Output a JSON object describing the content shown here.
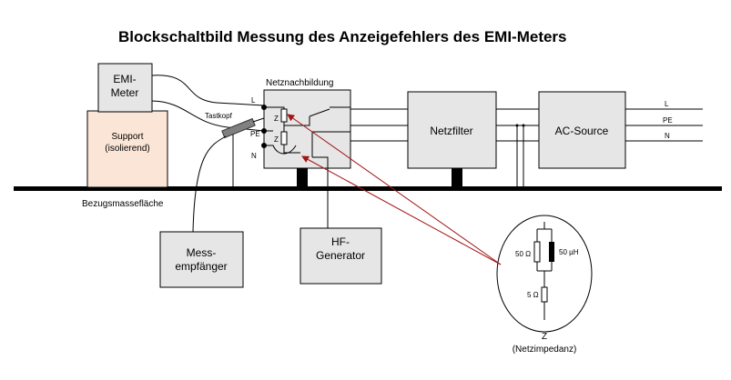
{
  "title": "Blockschaltbild Messung des Anzeigefehlers des EMI-Meters",
  "blocks": {
    "emi_meter": [
      "EMI-",
      "Meter"
    ],
    "support": [
      "Support",
      "(isolierend)"
    ],
    "netznachbildung": "Netznachbildung",
    "netzfilter": "Netzfilter",
    "ac_source": "AC-Source",
    "messempfaenger": [
      "Mess-",
      "empfänger"
    ],
    "hf_generator": [
      "HF-",
      "Generator"
    ]
  },
  "labels": {
    "tastkopf": "Tastkopf",
    "bezugsmasse": "Bezugsmassefläche",
    "lisn_L": "L",
    "lisn_PE": "PE",
    "lisn_N": "N",
    "out_L": "L",
    "out_PE": "PE",
    "out_N": "N",
    "z_upper": "Z",
    "z_lower": "Z"
  },
  "impedance": {
    "r1": "50 Ω",
    "l1": "50 µH",
    "r2": "5 Ω",
    "caption": "Z",
    "subcaption": "(Netzimpedanz)"
  },
  "colors": {
    "support_fill": "#fbe5d6",
    "box_fill": "#e6e6e6",
    "arrow": "#a31515",
    "ground_bar": "#000000"
  }
}
